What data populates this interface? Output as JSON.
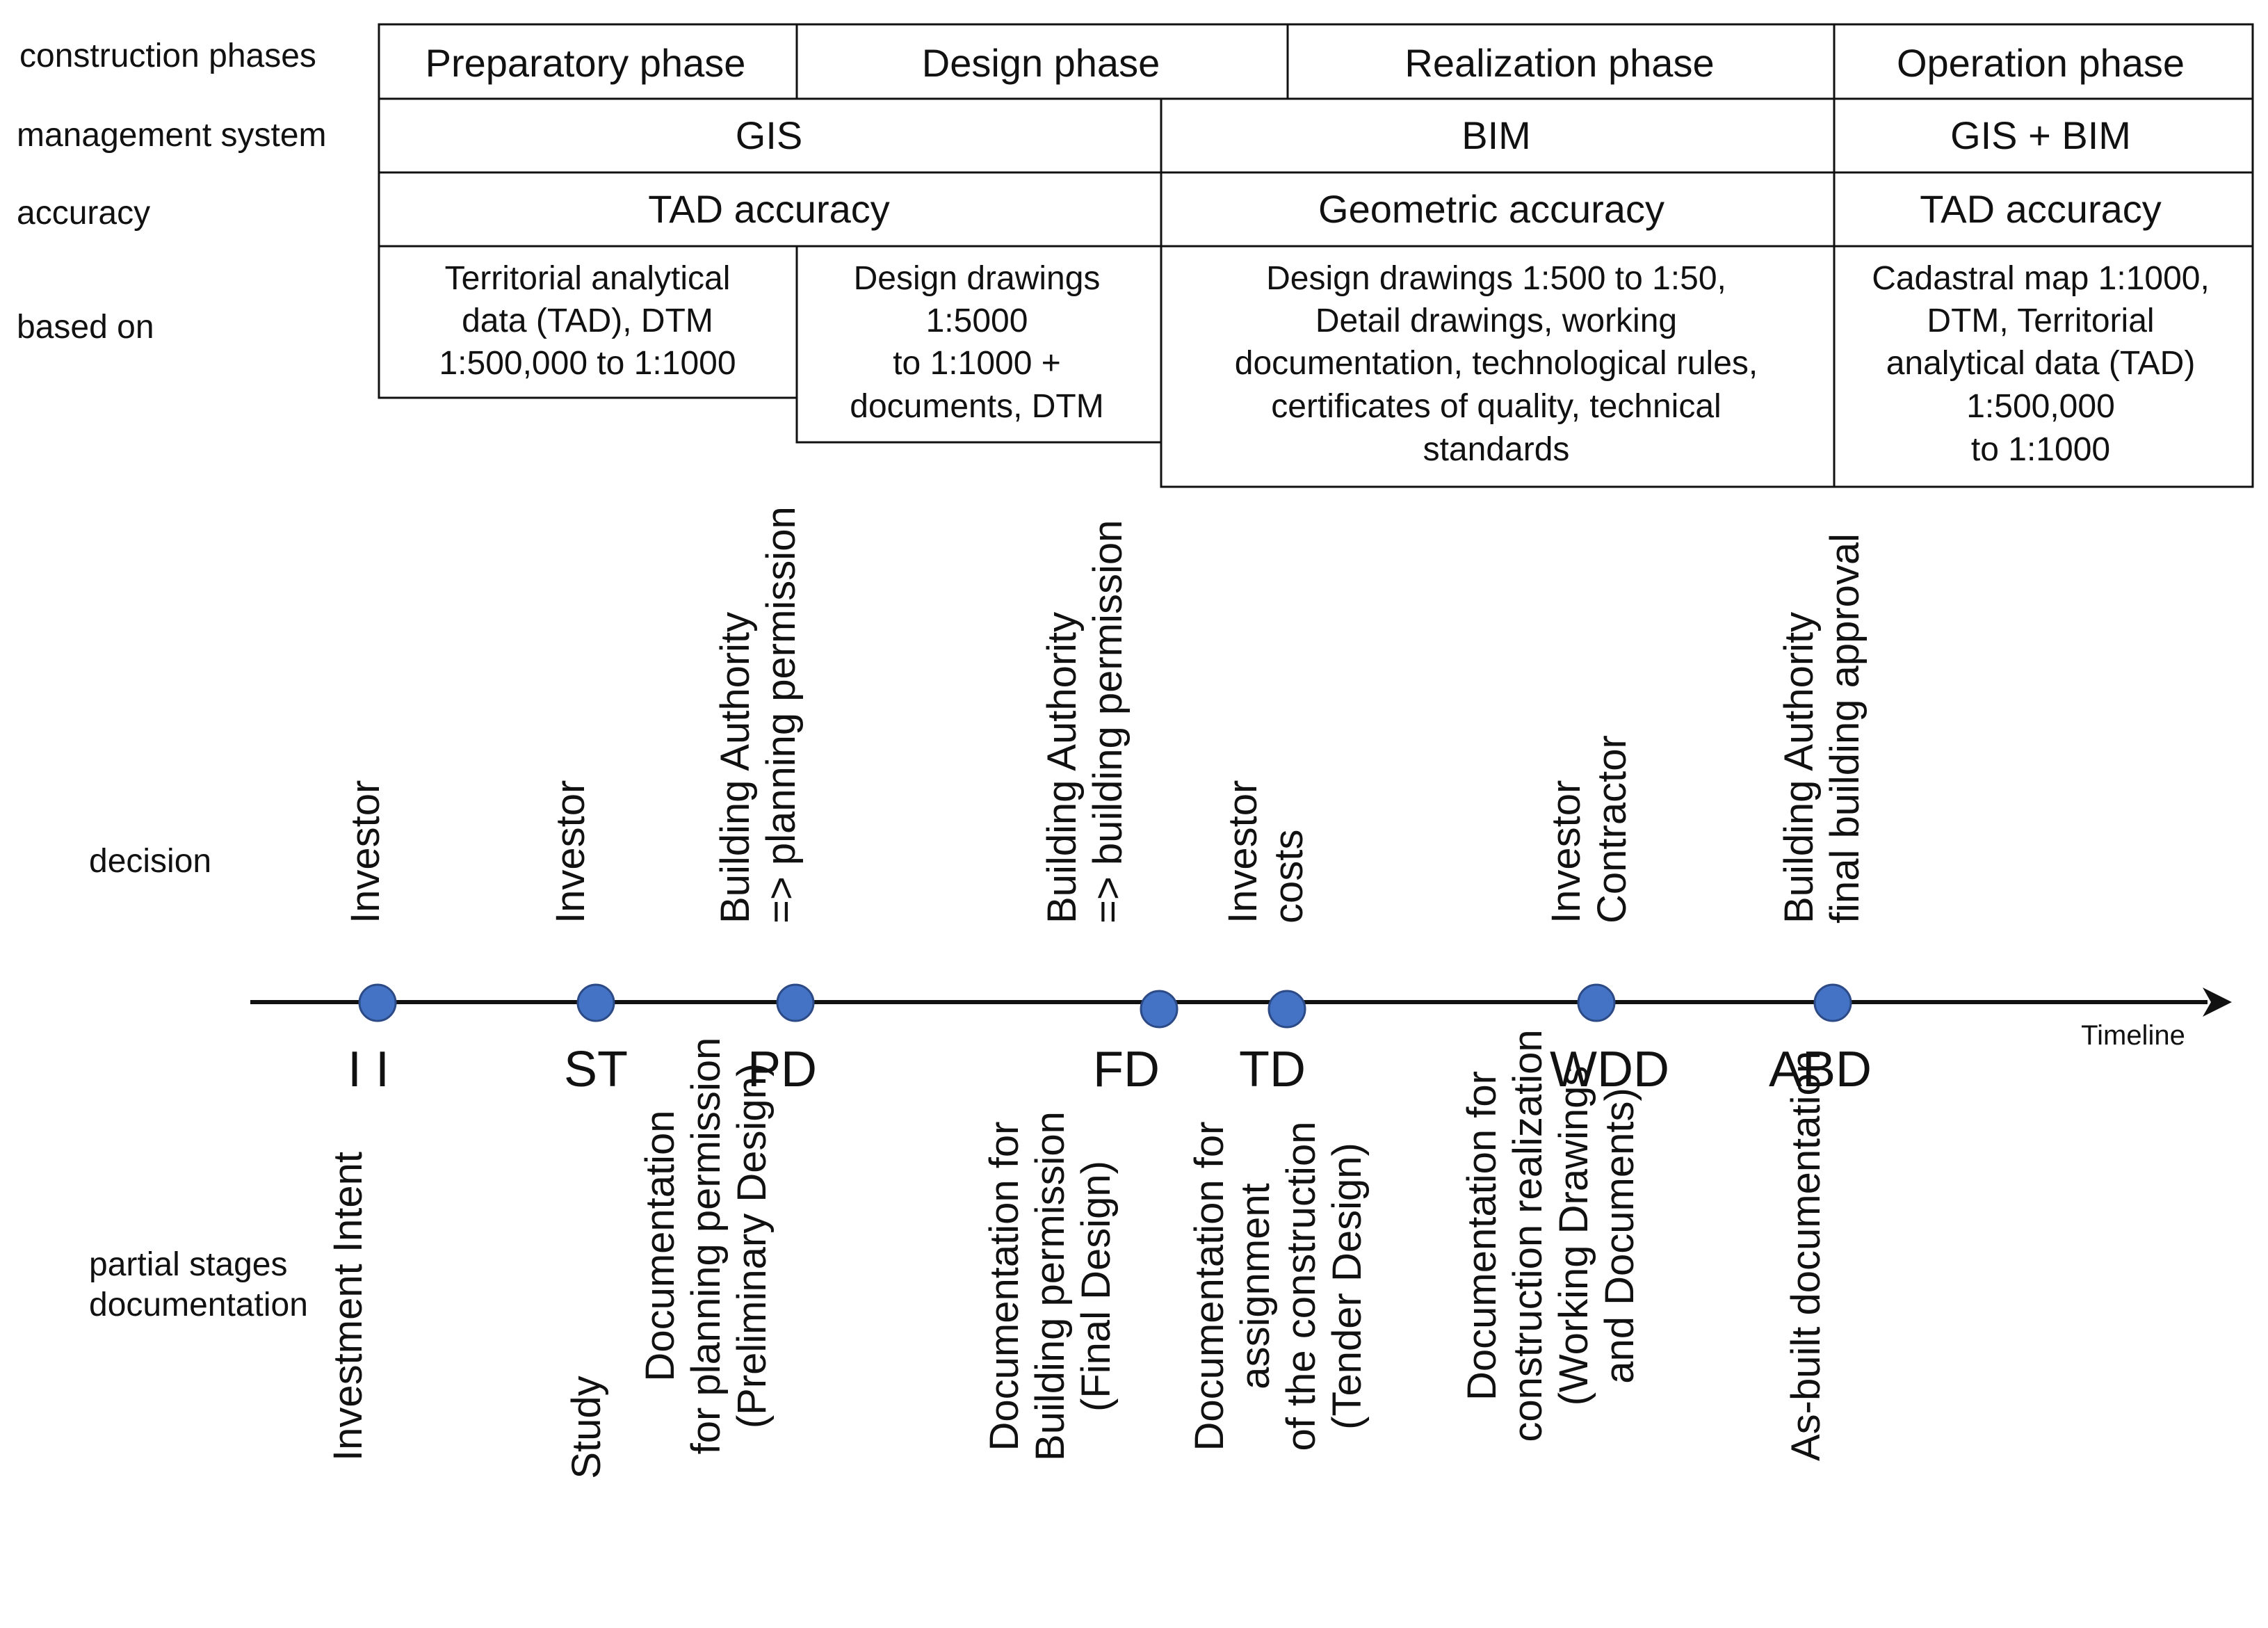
{
  "row_labels": {
    "construction_phases": "construction phases",
    "management_system": "management system",
    "accuracy": "accuracy",
    "based_on": "based on",
    "decision": "decision",
    "partial_stages": [
      "partial stages",
      "documentation"
    ]
  },
  "phases": [
    "Preparatory phase",
    "Design phase",
    "Realization phase",
    "Operation  phase"
  ],
  "management": [
    "GIS",
    "BIM",
    "GIS + BIM"
  ],
  "accuracy": [
    "TAD accuracy",
    "Geometric accuracy",
    "TAD accuracy"
  ],
  "based_on": [
    [
      "Territorial analytical",
      "data (TAD), DTM",
      "1:500,000 to 1:1000"
    ],
    [
      "Design drawings",
      "1:5000",
      "to 1:1000 +",
      "documents, DTM"
    ],
    [
      "Design drawings 1:500 to 1:50,",
      "Detail drawings, working",
      "documentation, technological rules,",
      "certificates of quality, technical",
      "standards"
    ],
    [
      "Cadastral map 1:1000,",
      "DTM, Territorial",
      "analytical data (TAD)",
      "1:500,000",
      "to 1:1000"
    ]
  ],
  "timeline": {
    "label": "Timeline",
    "point_color": "#4472c4",
    "milestones": [
      {
        "code": "I I",
        "decision": [
          "Investor"
        ],
        "stage": [
          "Investment Intent"
        ]
      },
      {
        "code": "ST",
        "decision": [
          "Investor"
        ],
        "stage": [
          "Study"
        ]
      },
      {
        "code": "PD",
        "decision": [
          "Building Authority",
          "=> planning permission"
        ],
        "stage": [
          "Documentation",
          "for planning permission",
          "(Preliminary Design)"
        ]
      },
      {
        "code": "FD",
        "decision": [
          "Building Authority",
          "=> building permission"
        ],
        "stage": [
          "Documentation for",
          "Building permission",
          "(Final Design)"
        ]
      },
      {
        "code": "TD",
        "decision": [
          "Investor",
          "costs"
        ],
        "stage": [
          "Documentation for",
          "assignment",
          "of the construction",
          "(Tender Design)"
        ]
      },
      {
        "code": "WDD",
        "decision": [
          "Investor",
          "Contractor"
        ],
        "stage": [
          "Documentation for",
          "construction realization",
          "(Working Drawings",
          "and Documents)"
        ]
      },
      {
        "code": "ABD",
        "decision": [
          "Building Authority",
          "final building approval"
        ],
        "stage": [
          "As-built documentation"
        ]
      }
    ]
  }
}
